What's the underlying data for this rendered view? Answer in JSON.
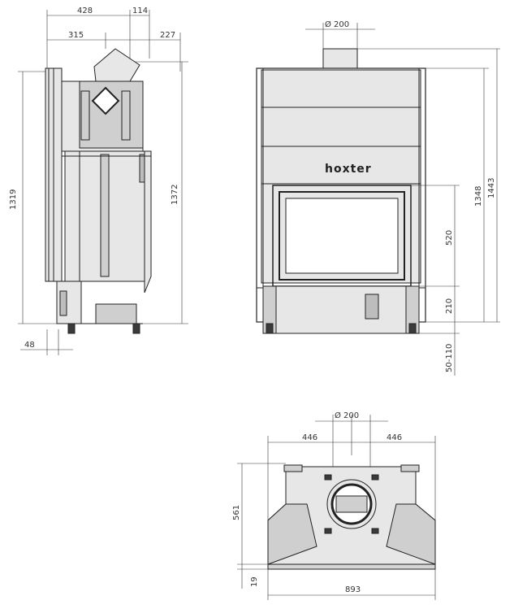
{
  "brand": "hoxter",
  "side_view": {
    "dims": {
      "overall_depth": "428",
      "flue_offset": "114",
      "depth_to_flue": "315",
      "flue_to_back": "227",
      "height_left": "1319",
      "height_right": "1372",
      "foot_offset": "48"
    }
  },
  "front_view": {
    "dims": {
      "flue_diameter": "Ø 200",
      "total_height": "1443",
      "flue_height": "1348",
      "glass_height": "520",
      "base_height": "210",
      "feet_range": "50-110"
    }
  },
  "top_view": {
    "dims": {
      "flue_diameter": "Ø 200",
      "half_width_left": "446",
      "half_width_right": "446",
      "depth": "561",
      "frame_depth": "19",
      "width": "893"
    }
  }
}
